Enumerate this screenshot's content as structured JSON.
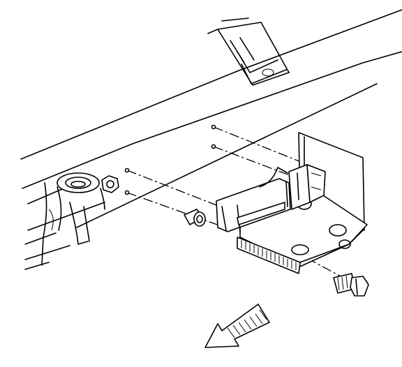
{
  "figure": {
    "kind": "exploded-assembly-line-drawing",
    "labels": [],
    "arrow_direction": "front-left"
  },
  "parts": [
    {
      "name": "frame-rail"
    },
    {
      "name": "crossmember"
    },
    {
      "name": "body-mount-bushing"
    },
    {
      "name": "nut"
    },
    {
      "name": "rivet"
    },
    {
      "name": "mounting-bracket"
    },
    {
      "name": "bolt"
    },
    {
      "name": "direction-arrow"
    }
  ],
  "colors": {
    "line": "#000000",
    "background": "#ffffff"
  }
}
